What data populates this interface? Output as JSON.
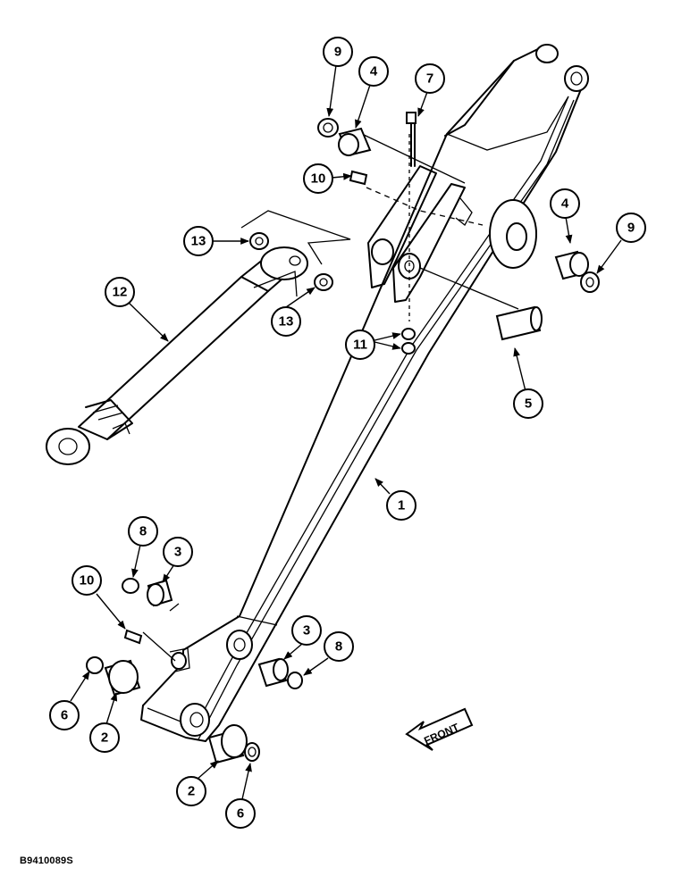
{
  "diagram": {
    "figure_code": "B9410089S",
    "front_label": "FRONT",
    "callouts": [
      {
        "id": "c1",
        "label": "1"
      },
      {
        "id": "c2a",
        "label": "2"
      },
      {
        "id": "c2b",
        "label": "2"
      },
      {
        "id": "c3a",
        "label": "3"
      },
      {
        "id": "c3b",
        "label": "3"
      },
      {
        "id": "c4a",
        "label": "4"
      },
      {
        "id": "c4b",
        "label": "4"
      },
      {
        "id": "c5",
        "label": "5"
      },
      {
        "id": "c6a",
        "label": "6"
      },
      {
        "id": "c6b",
        "label": "6"
      },
      {
        "id": "c7",
        "label": "7"
      },
      {
        "id": "c8a",
        "label": "8"
      },
      {
        "id": "c8b",
        "label": "8"
      },
      {
        "id": "c9a",
        "label": "9"
      },
      {
        "id": "c9b",
        "label": "9"
      },
      {
        "id": "c10a",
        "label": "10"
      },
      {
        "id": "c10b",
        "label": "10"
      },
      {
        "id": "c11",
        "label": "11"
      },
      {
        "id": "c12",
        "label": "12"
      },
      {
        "id": "c13a",
        "label": "13"
      },
      {
        "id": "c13b",
        "label": "13"
      }
    ]
  }
}
